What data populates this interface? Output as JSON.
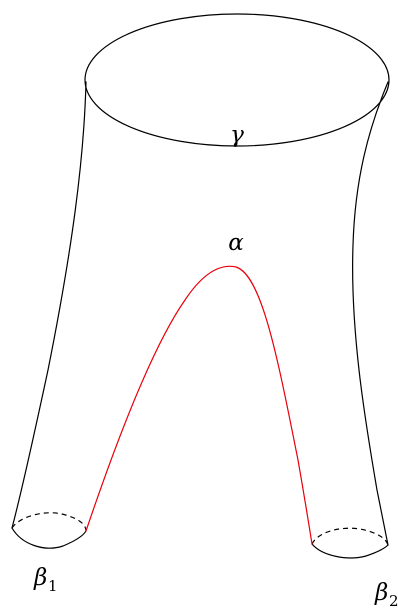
{
  "labels": {
    "top_boundary": "γ",
    "arc": "α",
    "left_boundary_symbol": "β",
    "left_boundary_subscript": "1",
    "right_boundary_symbol": "β",
    "right_boundary_subscript": "2"
  },
  "colors": {
    "outline": "#000000",
    "arc": "#e8000b"
  }
}
